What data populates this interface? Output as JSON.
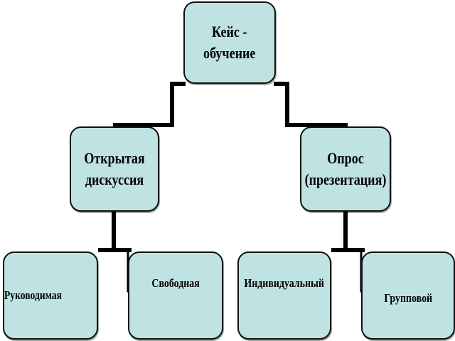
{
  "colors": {
    "node_fill": "#bfe3e3",
    "node_border": "#101010",
    "connector": "#000000",
    "background": "#ffffff"
  },
  "diagram": {
    "root": {
      "lines": [
        "Кейс -",
        "обучение"
      ]
    },
    "left": {
      "lines": [
        "Открытая",
        "дискуссия"
      ]
    },
    "right": {
      "lines": [
        "Опрос",
        "(презентация)"
      ]
    },
    "left_children": [
      {
        "text": "Руководимая"
      },
      {
        "text": "Свободная"
      }
    ],
    "right_children": [
      {
        "text": "Индивидуальный"
      },
      {
        "text": "Групповой"
      }
    ]
  }
}
